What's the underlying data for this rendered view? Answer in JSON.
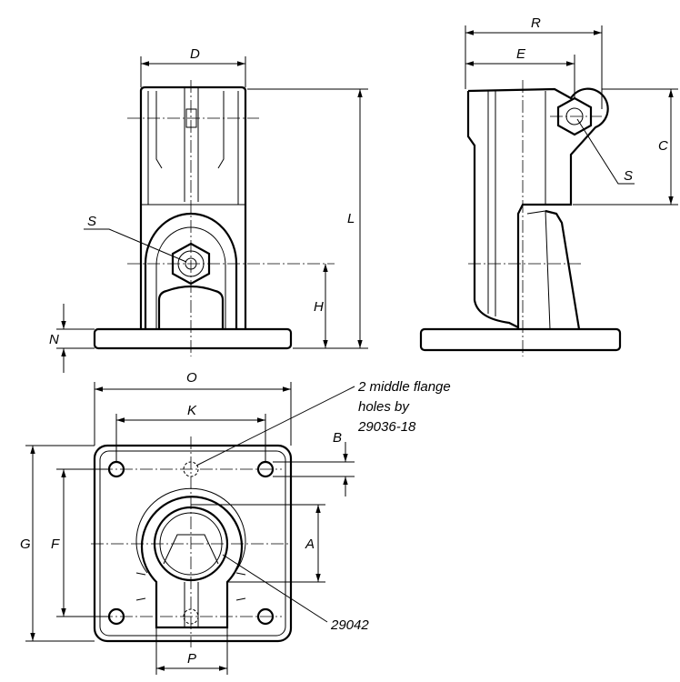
{
  "front_view": {
    "D": "D",
    "L": "L",
    "S": "S",
    "H": "H",
    "N": "N"
  },
  "side_view": {
    "R": "R",
    "E": "E",
    "C": "C",
    "S": "S"
  },
  "bottom_view": {
    "O": "O",
    "K": "K",
    "B": "B",
    "G": "G",
    "F": "F",
    "A": "A",
    "P": "P"
  },
  "notes": {
    "flange_line1": "2 middle flange",
    "flange_line2": "holes by",
    "flange_line3": "29036-18",
    "part_ref": "29042"
  }
}
